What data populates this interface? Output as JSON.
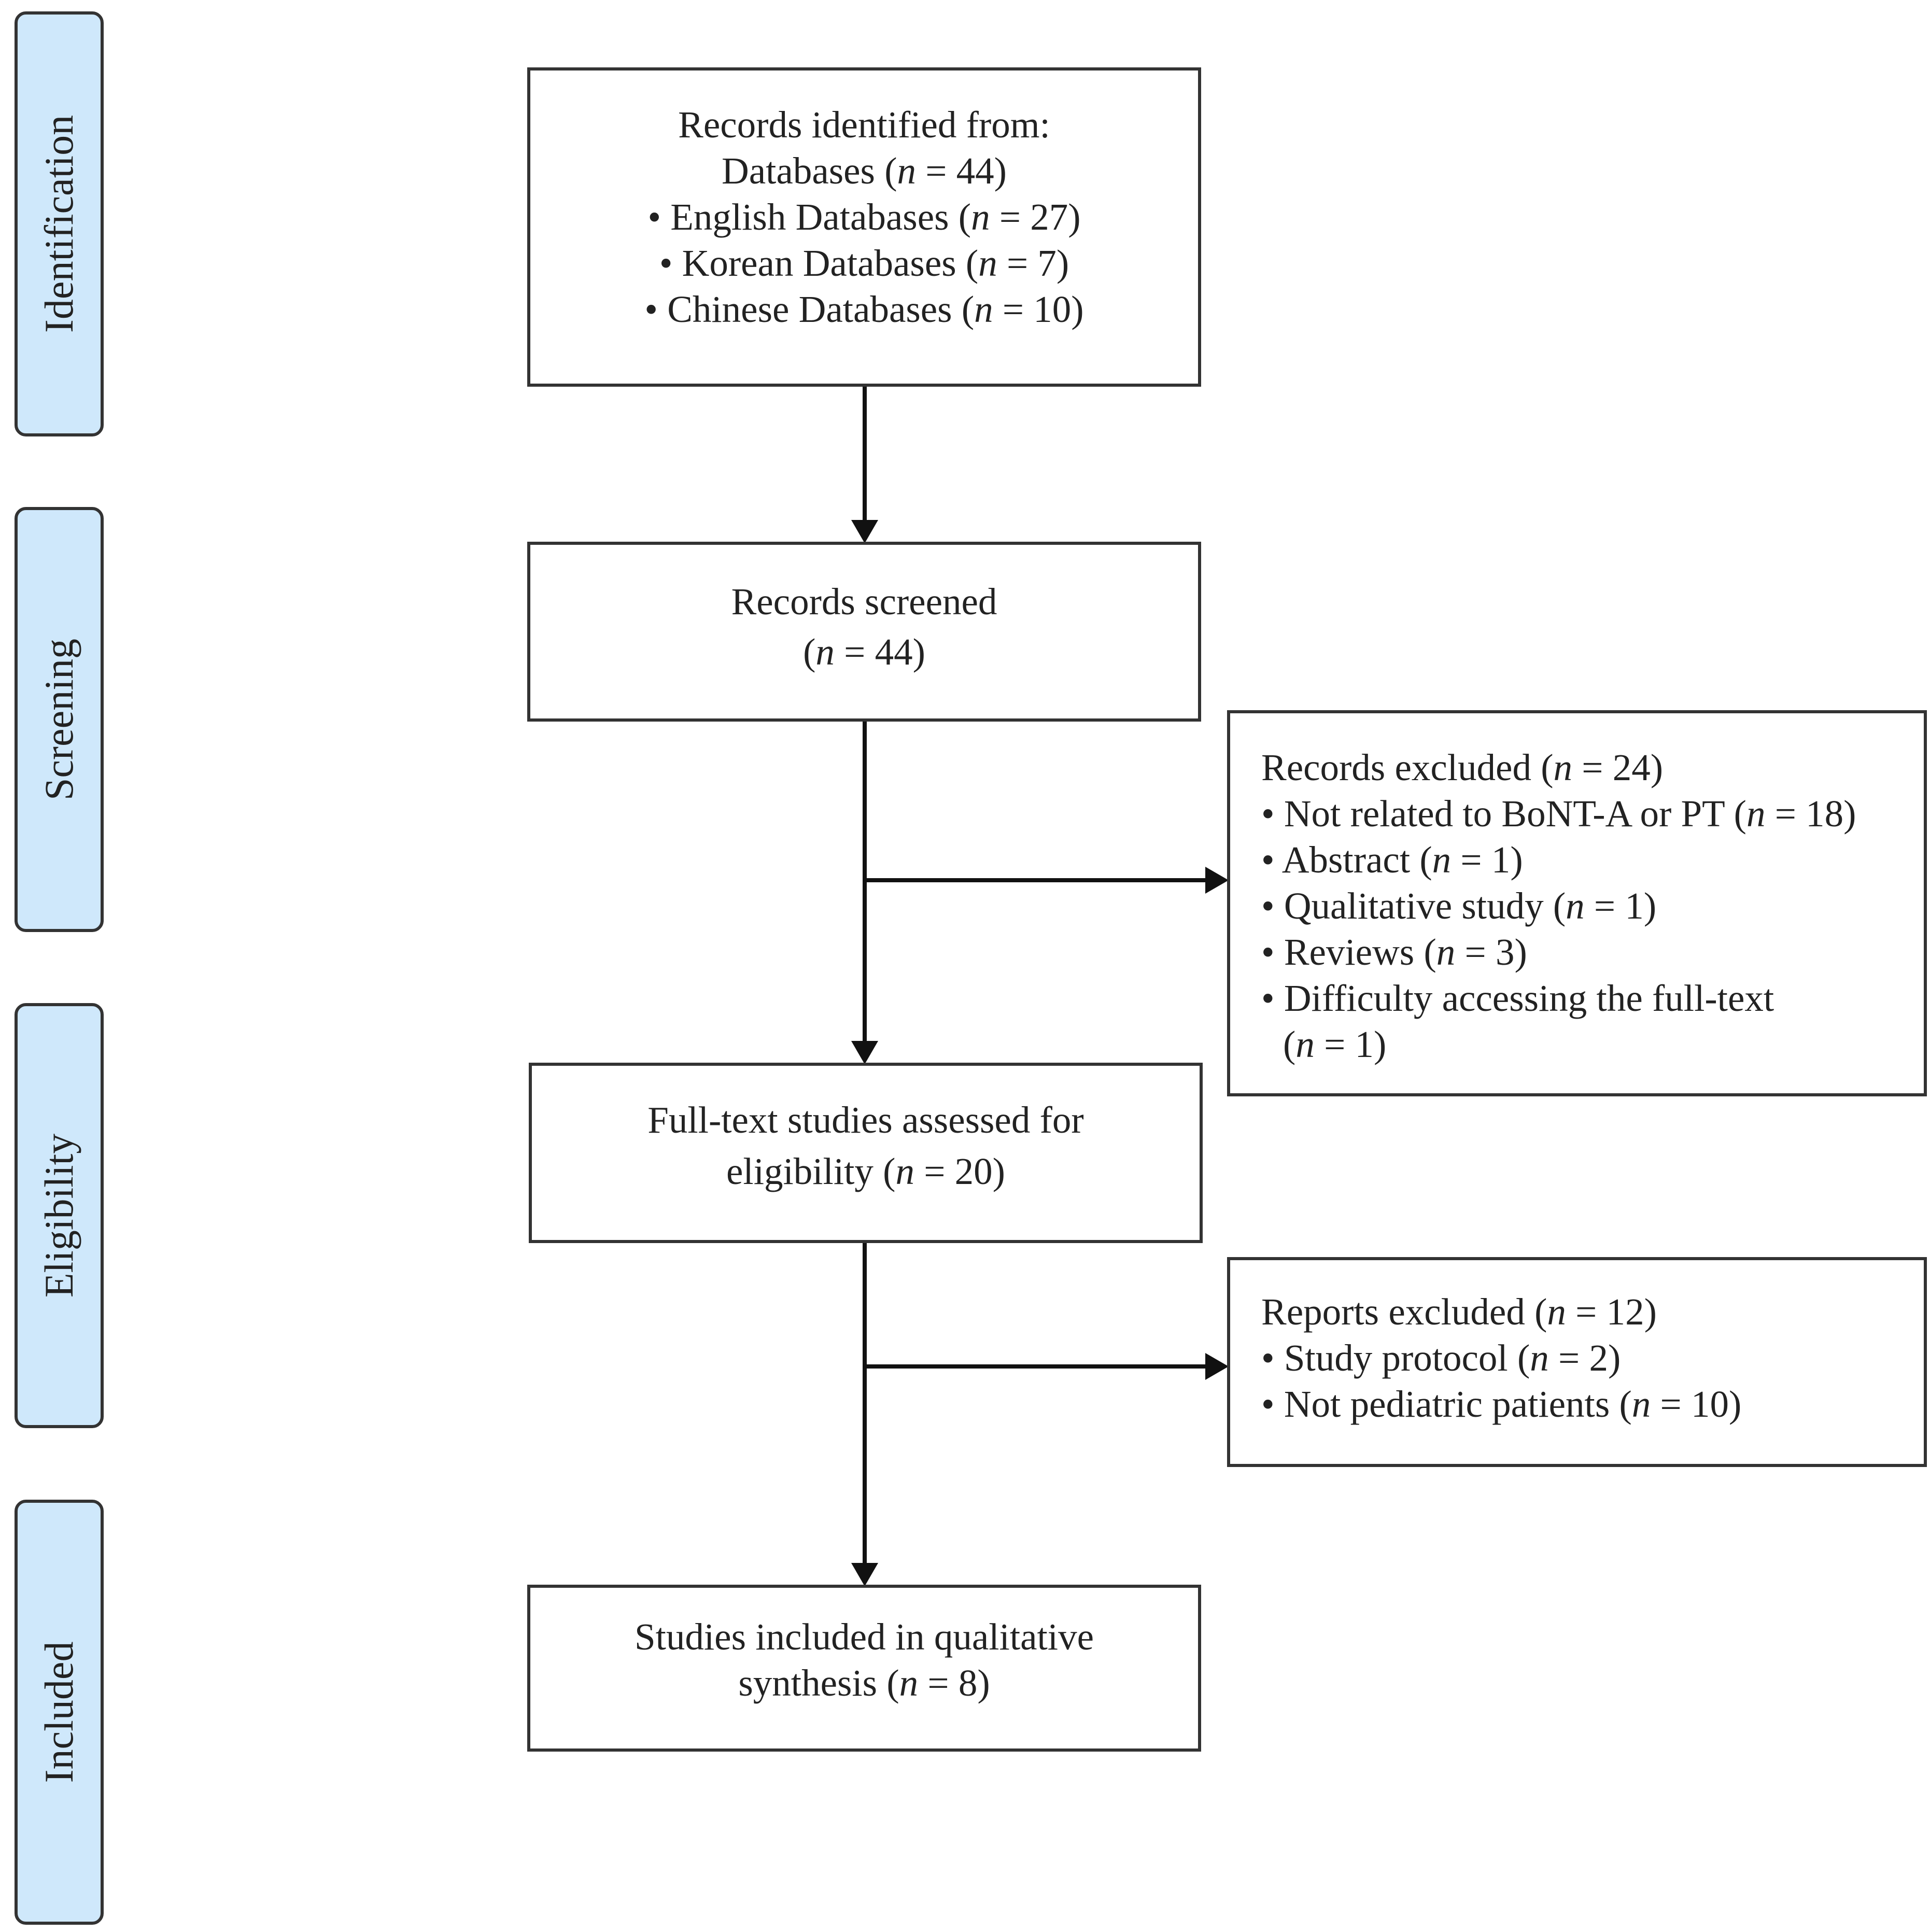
{
  "phases": {
    "identification": "Identification",
    "screening": "Screening",
    "eligibility": "Eligibility",
    "included": "Included"
  },
  "identified": {
    "title": "Records identified from:",
    "databases_label": "Databases",
    "databases_n": "44",
    "items": [
      {
        "bullet": "•",
        "label": "English Databases",
        "n": "27"
      },
      {
        "bullet": "•",
        "label": "Korean Databases",
        "n": "7"
      },
      {
        "bullet": "•",
        "label": "Chinese Databases",
        "n": "10"
      }
    ]
  },
  "screened": {
    "title": "Records screened",
    "n": "44"
  },
  "records_excluded": {
    "title": "Records excluded",
    "n": "24",
    "items": [
      {
        "bullet": "•",
        "label": "Not related to BoNT-A or PT",
        "n": "18"
      },
      {
        "bullet": "•",
        "label": "Abstract",
        "n": "1"
      },
      {
        "bullet": "•",
        "label": "Qualitative study",
        "n": "1"
      },
      {
        "bullet": "•",
        "label": "Reviews",
        "n": "3"
      },
      {
        "bullet": "•",
        "label": "Difficulty accessing the full-text",
        "n": "1"
      }
    ]
  },
  "full_text": {
    "line1": "Full-text studies assessed for",
    "line2": "eligibility",
    "n": "20"
  },
  "reports_excluded": {
    "title": "Reports excluded",
    "n": "12",
    "items": [
      {
        "bullet": "•",
        "label": "Study protocol",
        "n": "2"
      },
      {
        "bullet": "•",
        "label": "Not pediatric patients",
        "n": "10"
      }
    ]
  },
  "included": {
    "line1": "Studies included in qualitative",
    "line2": "synthesis",
    "n": "8"
  },
  "notation": {
    "n_symbol": "n",
    "equals": " = ",
    "open": "(",
    "close": ")"
  }
}
